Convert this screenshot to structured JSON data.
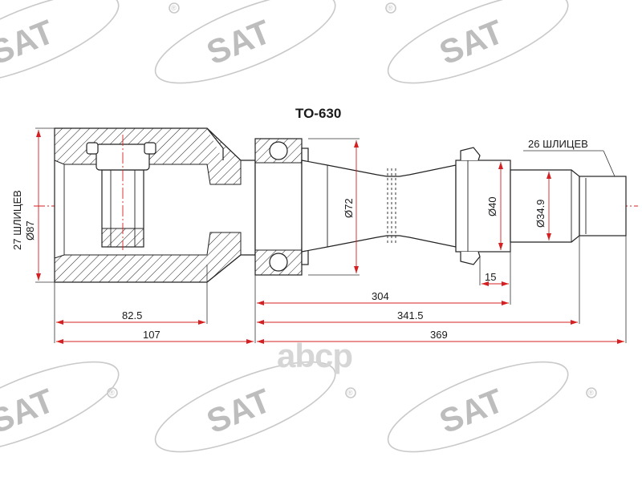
{
  "title": "TO-630",
  "brand_watermark": "SAT",
  "registered_mark": "®",
  "center_watermark": "abcp",
  "left_spline_label": "27 ШЛИЦЕВ",
  "left_diameter": "Ø87",
  "right_spline_label": "26 ШЛИЦЕВ",
  "diameters": {
    "bearing": "Ø72",
    "shaft": "Ø40",
    "spline": "Ø34.9"
  },
  "dimensions": {
    "d15": "15",
    "d304": "304",
    "d341_5": "341.5",
    "d82_5": "82.5",
    "d107": "107",
    "d369": "369"
  },
  "colors": {
    "outline": "#222222",
    "dimension_arrows": "#d42020",
    "watermark": "#c9c9c9"
  }
}
